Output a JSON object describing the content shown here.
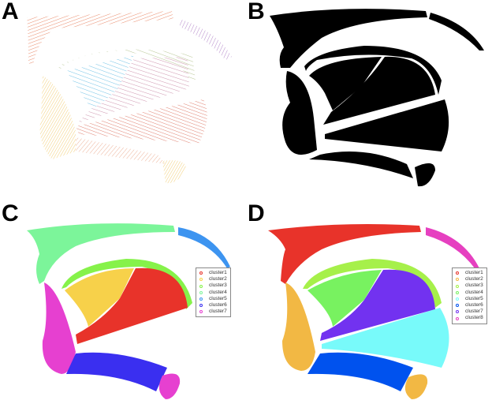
{
  "panels": {
    "A": {
      "label": "A"
    },
    "B": {
      "label": "B"
    },
    "C": {
      "label": "C",
      "legend": [
        {
          "label": "cluster1",
          "color": "#e8332a"
        },
        {
          "label": "cluster2",
          "color": "#f7d14a"
        },
        {
          "label": "cluster3",
          "color": "#86f24a"
        },
        {
          "label": "cluster4",
          "color": "#7cf59a"
        },
        {
          "label": "cluster5",
          "color": "#3d94f0"
        },
        {
          "label": "cluster6",
          "color": "#3a2ff0"
        },
        {
          "label": "cluster7",
          "color": "#e640d0"
        }
      ]
    },
    "D": {
      "label": "D",
      "legend": [
        {
          "label": "cluster1",
          "color": "#e8332a"
        },
        {
          "label": "cluster2",
          "color": "#f2b844"
        },
        {
          "label": "cluster3",
          "color": "#a6f04a"
        },
        {
          "label": "cluster4",
          "color": "#78f260"
        },
        {
          "label": "cluster5",
          "color": "#78fafa"
        },
        {
          "label": "cluster6",
          "color": "#0052ee"
        },
        {
          "label": "cluster7",
          "color": "#7232f0"
        },
        {
          "label": "cluster8",
          "color": "#e640c0"
        }
      ]
    }
  }
}
